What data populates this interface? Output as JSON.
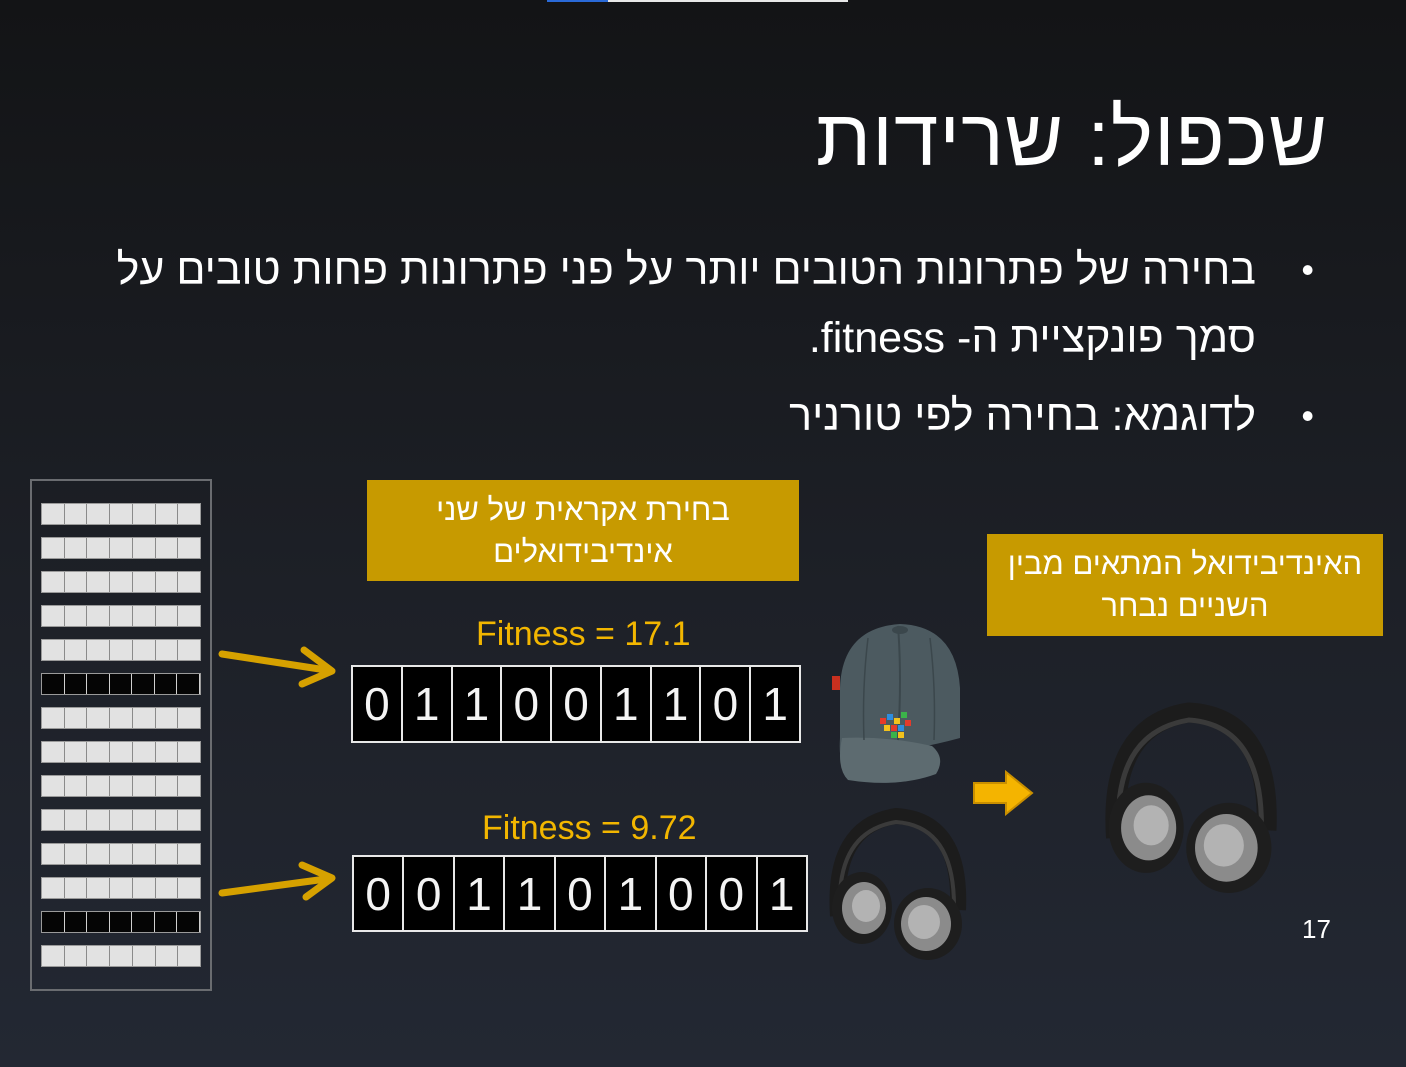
{
  "slide": {
    "title": "שכפול: שרידות",
    "bullets": [
      "בחירה של פתרונות הטובים יותר על פני פתרונות פחות טובים על סמך פונקציית ה- fitness.",
      "לדוגמא: בחירה לפי טורניר"
    ],
    "bullet_symbol": "•",
    "page_number": "17"
  },
  "diagram": {
    "random_selection_label": "בחירת אקראית של שני אינדיבידואלים",
    "winner_label": "האינדיבידואל המתאים מבין השניים נבחר",
    "candidates": [
      {
        "fitness_label": "Fitness = 17.1",
        "bits": [
          "0",
          "1",
          "1",
          "0",
          "0",
          "1",
          "1",
          "0",
          "1"
        ],
        "item_icon": "cap-icon"
      },
      {
        "fitness_label": "Fitness = 9.72",
        "bits": [
          "0",
          "0",
          "1",
          "1",
          "0",
          "1",
          "0",
          "0",
          "1"
        ],
        "item_icon": "headphones-icon"
      }
    ],
    "population_rows": 14,
    "selected_rows": [
      5,
      12
    ],
    "winner_icon": "headphones-icon",
    "colors": {
      "label_box": "#c79a00",
      "fitness_text": "#f2b600",
      "arrow": "#d6a100",
      "result_arrow": "#f4b400"
    }
  }
}
